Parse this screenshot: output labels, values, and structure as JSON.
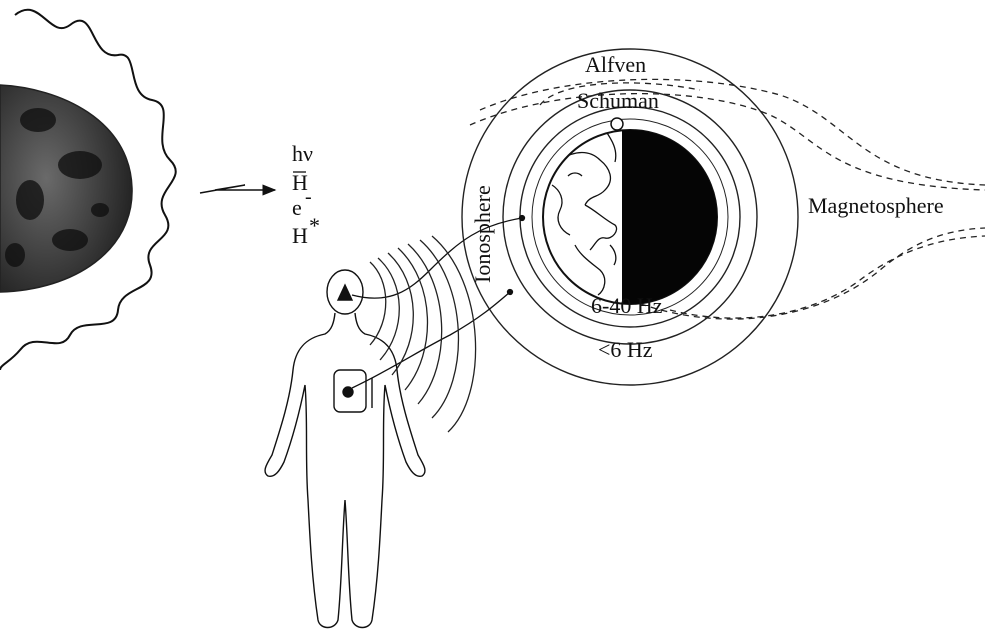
{
  "emissions": {
    "photon": "hν",
    "hydrogen_bar": "H",
    "electron": "e",
    "electron_charge": "-",
    "excited_hydrogen": "H",
    "excited_mark": "*"
  },
  "layers": {
    "alfven": "Alfven",
    "schumann": "Schuman",
    "ionosphere": "Ionosphere",
    "magnetosphere": "Magnetosphere"
  },
  "frequencies": {
    "schumann_band": "6-40 Hz",
    "alfven_band": "<6 Hz"
  },
  "colors": {
    "ink": "#111111",
    "paper": "#ffffff",
    "earth_night": "#050505"
  }
}
